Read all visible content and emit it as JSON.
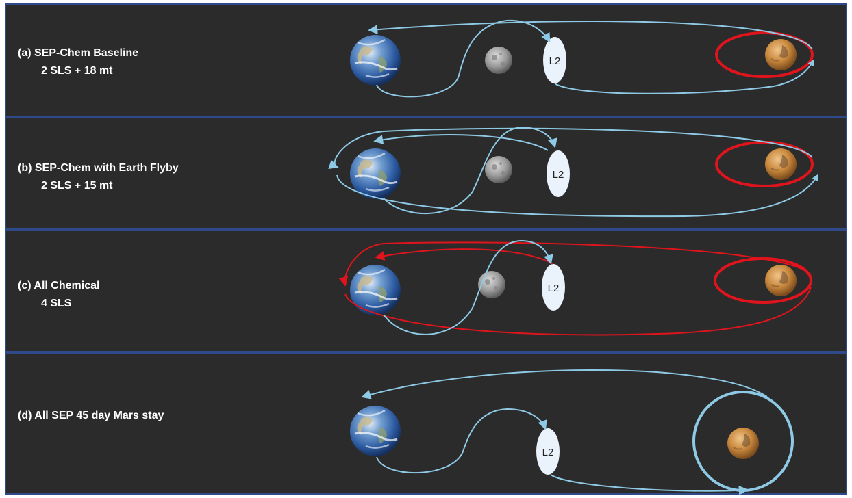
{
  "colors": {
    "panel": "#2b2b2b",
    "border": "#2f4a8a",
    "blue_path": "#8ecae6",
    "red_path": "#e0141c",
    "l2_fill": "#eaf3fb"
  },
  "icons": {
    "earth": "earth-globe-icon",
    "moon": "moon-icon",
    "mars": "mars-planet-icon",
    "l2": "l2-lagrange-point-oval"
  },
  "l2_label": "L2",
  "panels": [
    {
      "id": "a",
      "title": "(a) SEP-Chem Baseline",
      "subtitle": "2 SLS + 18 mt"
    },
    {
      "id": "b",
      "title": "(b) SEP-Chem with Earth Flyby",
      "subtitle": "2 SLS + 15 mt"
    },
    {
      "id": "c",
      "title": "(c) All Chemical",
      "subtitle": "4 SLS"
    },
    {
      "id": "d",
      "title": "(d) All SEP 45 day Mars stay",
      "subtitle": ""
    }
  ]
}
